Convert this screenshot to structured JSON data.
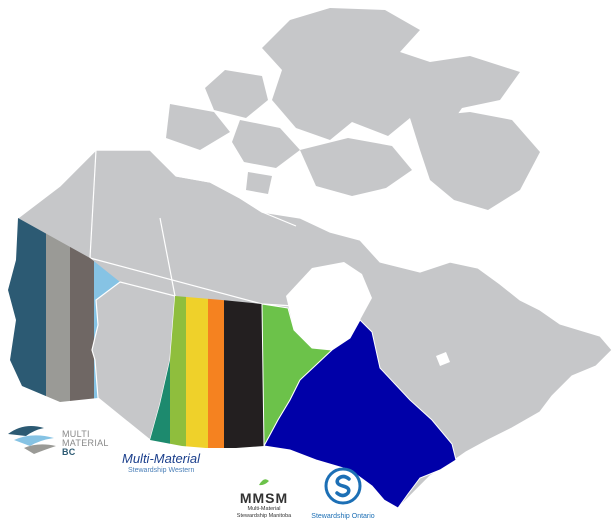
{
  "colors": {
    "land": "#c6c7c9",
    "border": "#ffffff",
    "water": "#ffffff",
    "bc_stripes": [
      "#2c5a73",
      "#9a9a96",
      "#6f6764",
      "#86c3e4"
    ],
    "sk_stripes": [
      "#1d8a6e",
      "#8fbe3d",
      "#efd12a",
      "#f58220",
      "#231f20"
    ],
    "manitoba": "#6cc24a",
    "ontario": "#0000a8"
  },
  "regions": [
    {
      "name": "British Columbia",
      "icon": "mmbc-stripes"
    },
    {
      "name": "Saskatchewan",
      "icon": "mmsw-stripes"
    },
    {
      "name": "Manitoba",
      "icon": "green-fill"
    },
    {
      "name": "Ontario",
      "icon": "blue-fill"
    }
  ],
  "logos": {
    "mmbc": {
      "line1": "MULTI",
      "line2": "MATERIAL",
      "line3": "BC"
    },
    "mmsw": {
      "title": "Multi-Material",
      "subtitle": "Stewardship Western"
    },
    "mmsm": {
      "title": "MMSM",
      "line1": "Multi-Material",
      "line2": "Stewardship Manitoba"
    },
    "so": {
      "label": "Stewardship Ontario"
    }
  }
}
